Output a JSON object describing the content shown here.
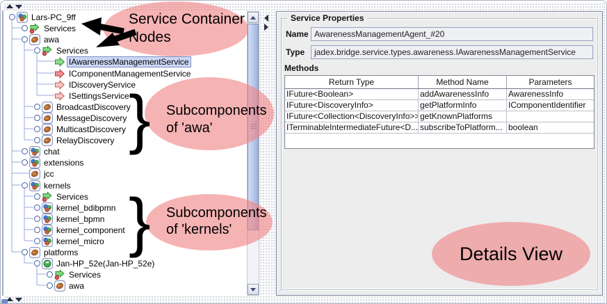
{
  "colors": {
    "annotation_pink": "#F08484",
    "selection_blue": "#CBD7F4",
    "tree_line_blue": "#9AA8D8",
    "panel_gray": "#EDEDEE"
  },
  "tree": {
    "rows": [
      {
        "label": "Lars-PC_9ff",
        "level": 0,
        "icon": "platform",
        "handle": "expanded"
      },
      {
        "label": "Services",
        "level": 1,
        "icon": "services",
        "handle": "collapsed"
      },
      {
        "label": "awa",
        "level": 1,
        "icon": "component",
        "handle": "expanded"
      },
      {
        "label": "Services",
        "level": 2,
        "icon": "services",
        "handle": "expanded"
      },
      {
        "label": "IAwarenessManagementService",
        "level": 3,
        "icon": "service-green",
        "handle": "leaf",
        "selected": true
      },
      {
        "label": "IComponentManagementService",
        "level": 3,
        "icon": "service-red",
        "handle": "leaf"
      },
      {
        "label": "IDiscoveryService",
        "level": 3,
        "icon": "service-red-light",
        "handle": "leaf"
      },
      {
        "label": "ISettingsService",
        "level": 3,
        "icon": "service-red-light",
        "handle": "leaf"
      },
      {
        "label": "BroadcastDiscovery",
        "level": 2,
        "icon": "component",
        "handle": "collapsed"
      },
      {
        "label": "MessageDiscovery",
        "level": 2,
        "icon": "component",
        "handle": "collapsed"
      },
      {
        "label": "MulticastDiscovery",
        "level": 2,
        "icon": "component",
        "handle": "collapsed"
      },
      {
        "label": "RelayDiscovery",
        "level": 2,
        "icon": "component",
        "handle": "collapsed"
      },
      {
        "label": "chat",
        "level": 1,
        "icon": "platform",
        "handle": "collapsed"
      },
      {
        "label": "extensions",
        "level": 1,
        "icon": "platform",
        "handle": "collapsed"
      },
      {
        "label": "jcc",
        "level": 1,
        "icon": "component",
        "handle": "leaf"
      },
      {
        "label": "kernels",
        "level": 1,
        "icon": "platform",
        "handle": "expanded"
      },
      {
        "label": "Services",
        "level": 2,
        "icon": "services",
        "handle": "collapsed"
      },
      {
        "label": "kernel_bdibpmn",
        "level": 2,
        "icon": "platform",
        "handle": "collapsed"
      },
      {
        "label": "kernel_bpmn",
        "level": 2,
        "icon": "platform",
        "handle": "collapsed"
      },
      {
        "label": "kernel_component",
        "level": 2,
        "icon": "platform",
        "handle": "collapsed"
      },
      {
        "label": "kernel_micro",
        "level": 2,
        "icon": "platform",
        "handle": "collapsed"
      },
      {
        "label": "platforms",
        "level": 1,
        "icon": "component",
        "handle": "expanded"
      },
      {
        "label": "Jan-HP_52e(Jan-HP_52e)",
        "level": 2,
        "icon": "remote-platform",
        "handle": "expanded"
      },
      {
        "label": "Services",
        "level": 3,
        "icon": "services",
        "handle": "collapsed"
      },
      {
        "label": "awa",
        "level": 3,
        "icon": "component",
        "handle": "collapsed"
      }
    ]
  },
  "details": {
    "group_title": "Service Properties",
    "name_label": "Name",
    "name_value": "AwarenessManagementAgent_#20",
    "type_label": "Type",
    "type_value": "jadex.bridge.service.types.awareness.IAwarenessManagementService",
    "methods_label": "Methods",
    "table": {
      "headers": [
        "Return Type",
        "Method Name",
        "Parameters"
      ],
      "rows": [
        [
          "IFuture<Boolean>",
          "addAwarenessInfo",
          "AwarenessInfo"
        ],
        [
          "IFuture<DiscoveryInfo>",
          "getPlatformInfo",
          "IComponentIdentifier"
        ],
        [
          "IFuture<Collection<DiscoveryInfo>>",
          "getKnownPlatforms",
          ""
        ],
        [
          "ITerminableIntermediateFuture<D...",
          "subscribeToPlatform...",
          "boolean"
        ]
      ]
    }
  },
  "annotations": {
    "e1": {
      "line1": "Service Container",
      "line2": "Nodes"
    },
    "e2": {
      "line1": "Subcomponents",
      "line2": "of 'awa'"
    },
    "e3": {
      "line1": "Subcomponents",
      "line2": "of 'kernels'"
    },
    "e4": {
      "text": "Details View"
    },
    "brace": "}"
  }
}
